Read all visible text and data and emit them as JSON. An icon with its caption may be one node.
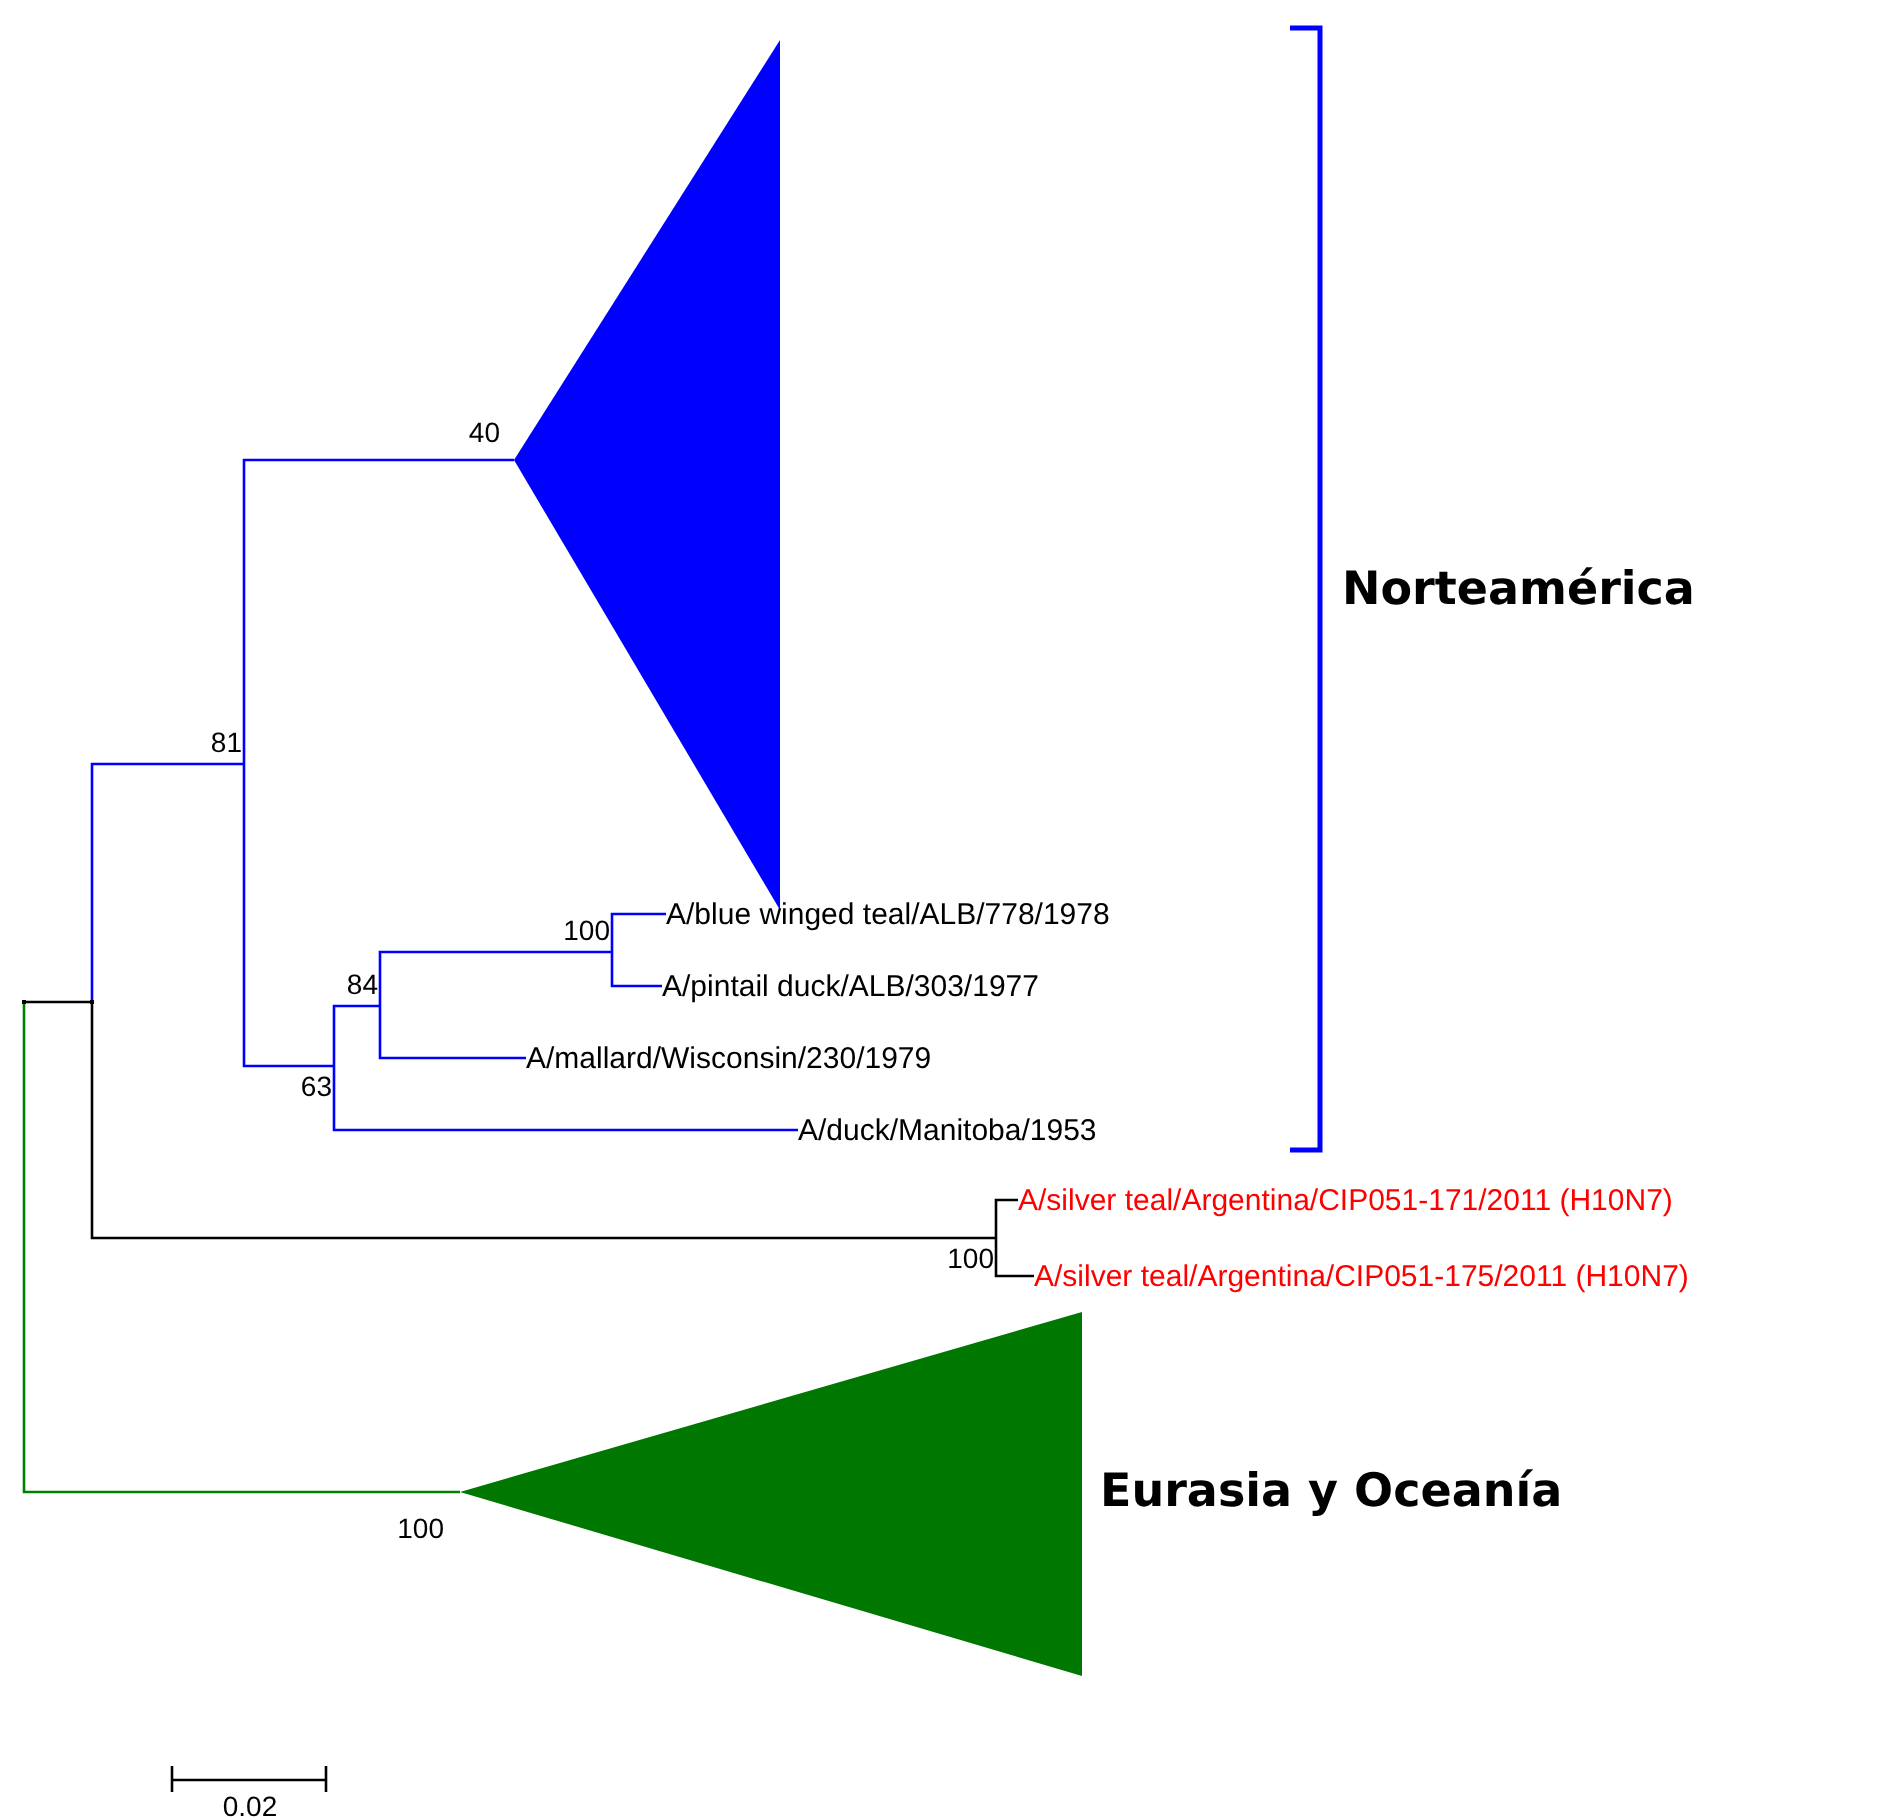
{
  "diagram": {
    "nodes": [
      {
        "text": [],
        "shape": "point"
      },
      {
        "text": [],
        "shape": "point"
      },
      {
        "text": [
          "81"
        ]
      },
      {
        "text": [],
        "shape": "triangle",
        "beside": [
          "40"
        ]
      },
      {
        "text": [
          "63"
        ]
      },
      {
        "text": [
          "84"
        ]
      },
      {
        "text": [
          "100"
        ]
      },
      {
        "text": [
          "A/blue winged teal/ALB/778/1978"
        ]
      },
      {
        "text": [
          "A/pintail duck/ALB/303/1977"
        ]
      },
      {
        "text": [
          "A/mallard/Wisconsin/230/1979"
        ]
      },
      {
        "text": [
          "A/duck/Manitoba/1953"
        ]
      },
      {
        "text": [
          "100"
        ]
      },
      {
        "text": [
          "A/silver teal/Argentina/CIP051-171/2011 (H10N7)"
        ]
      },
      {
        "text": [
          "A/silver teal/Argentina/CIP051-175/2011 (H10N7)"
        ]
      },
      {
        "text": [],
        "shape": "triangle",
        "beside": [
          "100"
        ]
      }
    ],
    "edges": [
      {
        "from": 0,
        "to": 1,
        "arrow": "none",
        "color": "#000000"
      },
      {
        "from": 0,
        "to": 14,
        "arrow": "none",
        "color": "#008000"
      },
      {
        "from": 1,
        "to": 2,
        "arrow": "none"
      },
      {
        "from": 1,
        "to": 11,
        "arrow": "none",
        "color": "#000000"
      },
      {
        "from": 2,
        "to": 3,
        "arrow": "none"
      },
      {
        "from": 2,
        "to": 4,
        "arrow": "none"
      },
      {
        "from": 4,
        "to": 5,
        "arrow": "none"
      },
      {
        "from": 4,
        "to": 10,
        "arrow": "none"
      },
      {
        "from": 5,
        "to": 6,
        "arrow": "none"
      },
      {
        "from": 5,
        "to": 9,
        "arrow": "none"
      },
      {
        "from": 6,
        "to": 7,
        "arrow": "none"
      },
      {
        "from": 6,
        "to": 8,
        "arrow": "none"
      },
      {
        "from": 11,
        "to": 12,
        "arrow": "none",
        "color": "#000000"
      },
      {
        "from": 11,
        "to": 13,
        "arrow": "none",
        "color": "#000000"
      }
    ],
    "labels": [
      "Norteamérica",
      "Eurasia y Oceanía",
      "0.02"
    ]
  }
}
